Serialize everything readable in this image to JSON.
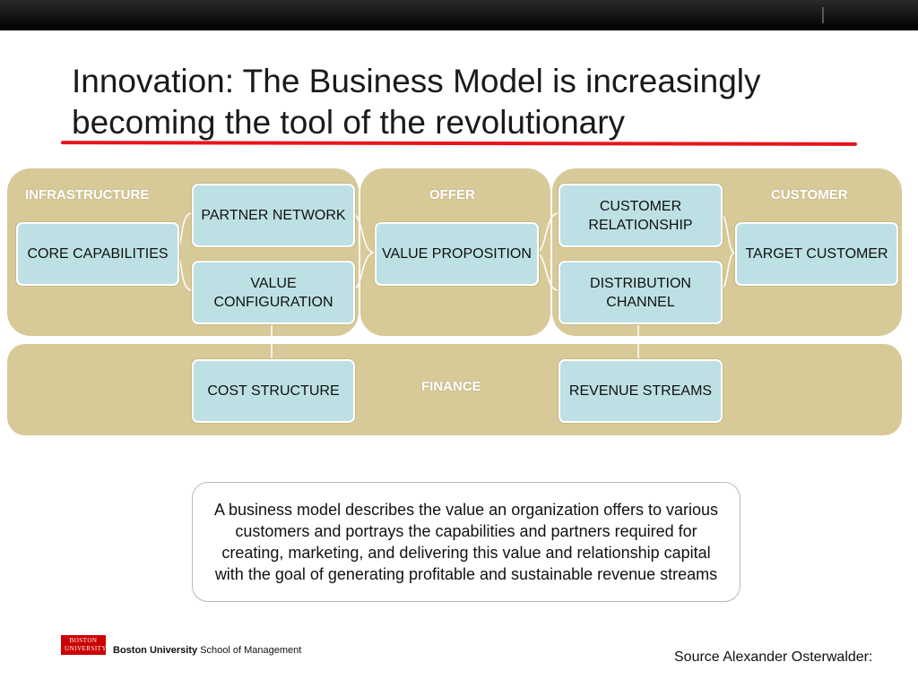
{
  "slide": {
    "title": "Innovation: The Business Model is increasingly becoming the tool of the revolutionary"
  },
  "diagram": {
    "panels": {
      "infrastructure": "INFRASTRUCTURE",
      "offer": "OFFER",
      "customer": "CUSTOMER",
      "finance": "FINANCE"
    },
    "boxes": {
      "partner_network": "PARTNER NETWORK",
      "core_capabilities": "CORE CAPABILITIES",
      "value_configuration": "VALUE CONFIGURATION",
      "value_proposition": "VALUE PROPOSITION",
      "customer_relationship": "CUSTOMER RELATIONSHIP",
      "distribution_channel": "DISTRIBUTION CHANNEL",
      "target_customer": "TARGET CUSTOMER",
      "cost_structure": "COST STRUCTURE",
      "revenue_streams": "REVENUE STREAMS"
    },
    "colors": {
      "panel": "#d8c998",
      "box": "#bde0e4",
      "title_rule": "#e8141b"
    }
  },
  "note": "A business model describes the value an organization offers to various customers and portrays the capabilities and partners required for creating, marketing, and delivering this value and relationship capital with the goal of generating profitable and sustainable revenue streams",
  "footer": {
    "logo_text": "BOSTON UNIVERSITY",
    "university": "Boston University",
    "school": "School of Management",
    "source": "Source Alexander Osterwalder:"
  }
}
